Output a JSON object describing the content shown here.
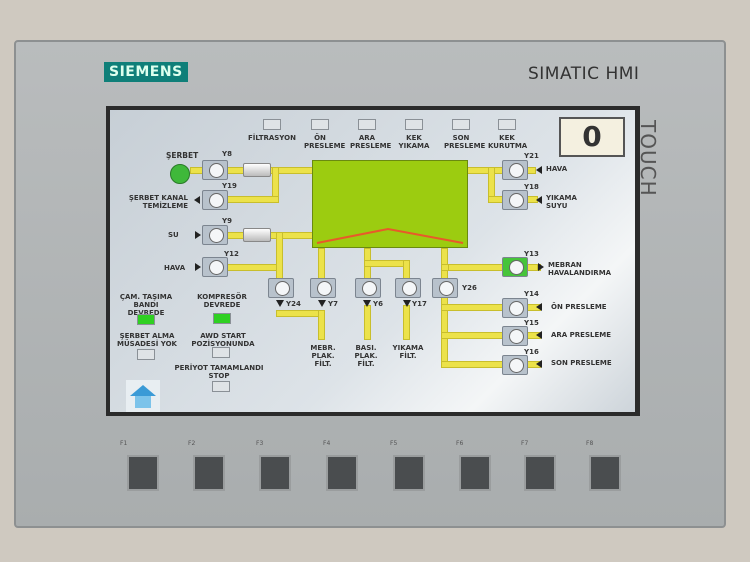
{
  "panel": {
    "brand": "SIEMENS",
    "model": "SIMATIC HMI",
    "touch": "TOUCH",
    "fkeys": [
      "F1",
      "F2",
      "F3",
      "F4",
      "F5",
      "F6",
      "F7",
      "F8"
    ]
  },
  "colors": {
    "tank": "#9ccc10",
    "pipe": "#ece24a",
    "active": "#2fd022"
  },
  "top_indicators": [
    {
      "label": "FİLTRASYON"
    },
    {
      "label": "ÖN PRESLEME"
    },
    {
      "label": "ARA PRESLEME"
    },
    {
      "label": "KEK YIKAMA"
    },
    {
      "label": "SON PRESLEME"
    },
    {
      "label": "KEK KURUTMA"
    }
  ],
  "counter": "0",
  "inlets": {
    "serbet": "ŞERBET",
    "serbet_kanal": "ŞERBET KANAL TEMİZLEME",
    "su": "SU",
    "hava_left": "HAVA",
    "hava_right": "HAVA",
    "yikama_suyu": "YIKAMA SUYU",
    "mebran": "MEBRAN HAVALANDIRMA",
    "on": "ÖN PRESLEME",
    "ara": "ARA PRESLEME",
    "son": "SON PRESLEME"
  },
  "valves": {
    "y8": "Y8",
    "y19": "Y19",
    "y9": "Y9",
    "y12": "Y12",
    "y21": "Y21",
    "y18": "Y18",
    "y13": "Y13",
    "y26": "Y26",
    "y14": "Y14",
    "y15": "Y15",
    "y16": "Y16",
    "y24": "Y24",
    "y7": "Y7",
    "y6": "Y6",
    "y17": "Y17"
  },
  "outlets": {
    "mebr": "MEBR. PLAK. FİLT.",
    "basi": "BASI. PLAK. FİLT.",
    "yikama": "YIKAMA FİLT."
  },
  "status": [
    {
      "label": "ÇAM. TAŞIMA BANDI DEVREDE",
      "on": true
    },
    {
      "label": "KOMPRESÖR DEVREDE",
      "on": true
    },
    {
      "label": "ŞERBET ALMA MÜSADESİ YOK",
      "on": false
    },
    {
      "label": "AWD START POZİSYONUNDA",
      "on": false
    },
    {
      "label": "PERİYOT TAMAMLANDI STOP",
      "on": false
    }
  ]
}
